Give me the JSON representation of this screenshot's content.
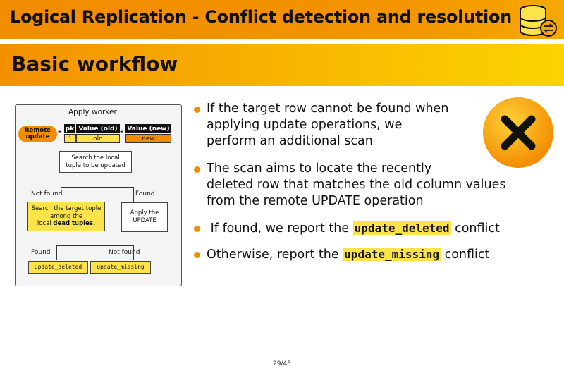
{
  "header": {
    "title": "Logical Replication - Conflict detection and resolution",
    "logo_icon": "database-icon"
  },
  "section": {
    "title": "Basic workflow"
  },
  "diagram": {
    "title": "Apply worker",
    "remote_update": "Remote update",
    "table": {
      "headers": [
        "pk",
        "Value (old)",
        "Value (new)"
      ],
      "values": [
        "1",
        "old",
        "new"
      ]
    },
    "search_local": "Search the local tuple to be updated",
    "not_found_1": "Not found",
    "found_1": "Found",
    "search_dead": "Search the target tuple among the",
    "search_dead_line3_prefix": "local ",
    "search_dead_bold": "dead tuples.",
    "apply_update": "Apply the UPDATE",
    "found_2": "Found",
    "not_found_2": "Not found",
    "update_deleted": "update_deleted",
    "update_missing": "update_missing"
  },
  "bullets": [
    {
      "lines": [
        "If the target row cannot be found when",
        "applying update operations, we",
        "perform an additional scan"
      ]
    },
    {
      "lines": [
        "The scan aims to locate the recently",
        "deleted row that matches the old column values",
        "from the remote UPDATE operation"
      ]
    },
    {
      "prefix": " If found, we report the ",
      "code": "update_deleted",
      "suffix": " conflict"
    },
    {
      "prefix": "Otherwise, report the ",
      "code": "update_missing",
      "suffix": " conflict"
    }
  ],
  "status_icon": "close-x-icon",
  "footer": {
    "page": "29/45"
  },
  "colors": {
    "accent": "#f28c00",
    "highlight": "#fde34a"
  }
}
